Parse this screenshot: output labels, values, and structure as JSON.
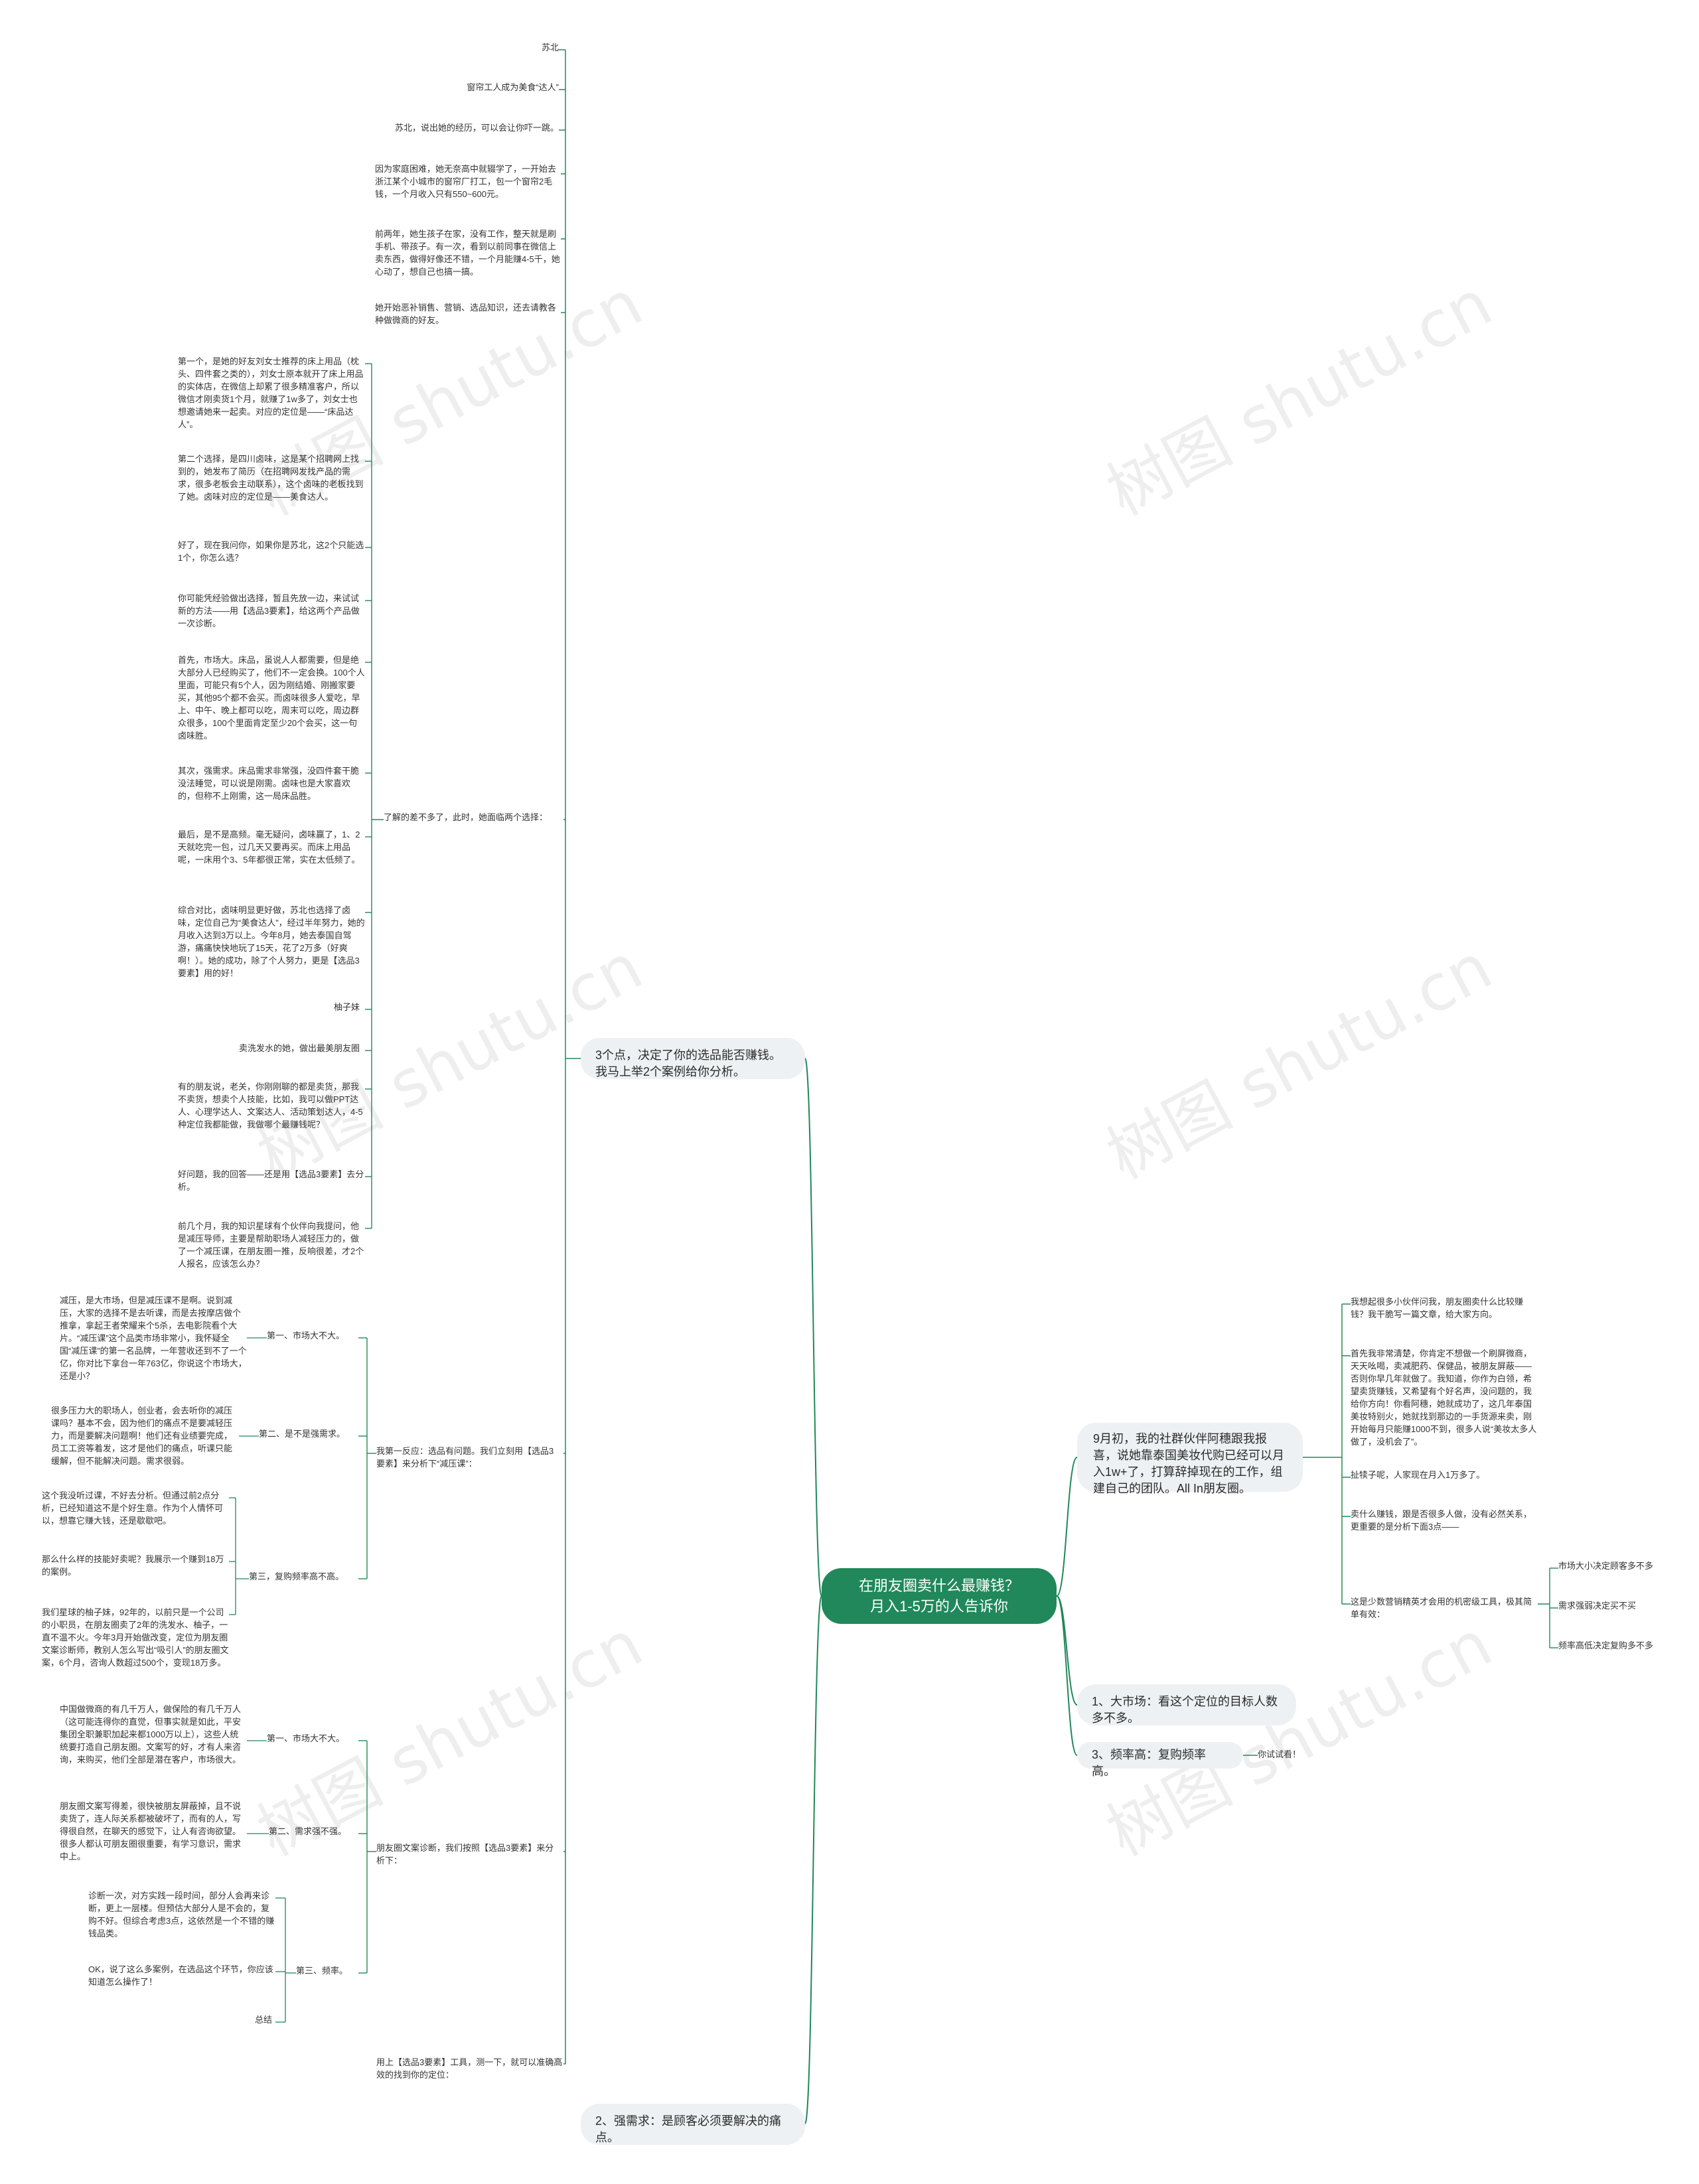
{
  "root": {
    "line1": "在朋友圈卖什么最赚钱？",
    "line2": "月入1-5万的人告诉你"
  },
  "watermark": "树图 shutu.cn",
  "left_top": {
    "n1": "苏北",
    "n2": "窗帘工人成为美食“达人”",
    "n3": "苏北，说出她的经历，可以会让你吓一跳。",
    "n4": "因为家庭困难，她无奈高中就辍学了，一开始去浙江某个小城市的窗帘厂打工，包一个窗帘2毛钱，一个月收入只有550~600元。",
    "n5": "前两年，她生孩子在家，没有工作，整天就是刷手机、带孩子。有一次，看到以前同事在微信上卖东西，做得好像还不错，一个月能赚4-5千，她心动了，想自己也搞一搞。",
    "n6": "她开始恶补销售、营销、选品知识，还去请教各种做微商的好友。"
  },
  "branch3": {
    "label": "3个点，决定了你的选品能否赚钱。我马上举2个案例给你分析。",
    "sub_label": "了解的差不多了，此时，她面临两个选择：",
    "items": [
      "第一个，是她的好友刘女士推荐的床上用品（枕头、四件套之类的），刘女士原本就开了床上用品的实体店，在微信上却累了很多精准客户，所以微信才刚卖货1个月，就赚了1w多了，刘女士也想邀请她来一起卖。对应的定位是——“床品达人”。",
      "第二个选择，是四川卤味，这是某个招聘网上找到的，她发布了简历（在招聘网发找产品的需求，很多老板会主动联系），这个卤味的老板找到了她。卤味对应的定位是——美食达人。",
      "好了，现在我问你，如果你是苏北，这2个只能选1个，你怎么选？",
      "你可能凭经验做出选择，暂且先放一边，来试试新的方法——用【选品3要素】，给这两个产品做一次诊断。",
      "首先，市场大。床品，虽说人人都需要，但是绝大部分人已经购买了，他们不一定会换。100个人里面，可能只有5个人，因为刚结婚、刚搬家要买，其他95个都不会买。而卤味很多人爱吃，早上、中午、晚上都可以吃，周末可以吃，周边群众很多，100个里面肯定至少20个会买，这一句卤味胜。",
      "其次，强需求。床品需求非常强，没四件套干脆没法睡觉，可以说是刚需。卤味也是大家喜欢的，但称不上刚需，这一局床品胜。",
      "最后，是不是高频。毫无疑问，卤味赢了，1、2天就吃完一包，过几天又要再买。而床上用品呢，一床用个3、5年都很正常，实在太低频了。",
      "综合对比，卤味明显更好做，苏北也选择了卤味，定位自己为“美食达人”，经过半年努力，她的月收入达到3万以上。今年8月，她去泰国自驾游，痛痛快快地玩了15天，花了2万多（好爽啊！）。她的成功，除了个人努力，更是【选品3要素】用的好！",
      "柚子妹",
      "卖洗发水的她，做出最美朋友圈",
      "有的朋友说，老关，你刚刚聊的都是卖货，那我不卖货，想卖个人技能，比如，我可以做PPT达人、心理学达人、文案达人、活动策划达人，4-5种定位我都能做，我做哪个最赚钱呢？",
      "好问题，我的回答——还是用【选品3要素】去分析。",
      "前几个月，我的知识星球有个伙伴向我提问，他是减压导师，主要是帮助职场人减轻压力的，做了一个减压课，在朋友圈一推，反响很差，才2个人报名，应该怎么办？"
    ]
  },
  "first_reaction": {
    "label": "我第一反应：选品有问题。我们立刻用【选品3要素】来分析下“减压课”：",
    "g1": {
      "label": "第一、市场大不大。",
      "text": "减压，是大市场，但是减压课不是啊。说到减压，大家的选择不是去听课，而是去按摩店做个推拿，拿起王者荣耀来个5杀，去电影院看个大片。“减压课”这个品类市场非常小，我怀疑全国“减压课”的第一名品牌，一年营收还到不了一个亿，你对比下拿台一年763亿，你说这个市场大，还是小？"
    },
    "g2": {
      "label": "第二、是不是强需求。",
      "text": "很多压力大的职场人，创业者，会去听你的减压课吗？基本不会，因为他们的痛点不是要减轻压力，而是要解决问题啊！他们还有业绩要完成，员工工资等着发，这才是他们的痛点，听课只能缓解，但不能解决问题。需求很弱。"
    },
    "g3": {
      "label": "第三，复购频率高不高。",
      "items": [
        "这个我没听过课，不好去分析。但通过前2点分析，已经知道这不是个好生意。作为个人情怀可以，想靠它赚大钱，还是歇歇吧。",
        "那么什么样的技能好卖呢？我展示一个赚到18万的案例。",
        "我们星球的柚子妹，92年的，以前只是一个公司的小职员，在朋友圈卖了2年的洗发水、柚子，一直不温不火。今年3月开始做改变，定位为朋友圈文案诊断师，教别人怎么写出“吸引人”的朋友圈文案，6个月，咨询人数超过500个，变现18万多。"
      ]
    }
  },
  "copy_diag": {
    "label": "朋友圈文案诊断，我们按照【选品3要素】来分析下：",
    "g1": {
      "label": "第一、市场大不大。",
      "text": "中国做微商的有几千万人，做保险的有几千万人（这可能连得你的直觉，但事实就是如此，平安集团全职兼职加起来都1000万以上），这些人统统要打造自己朋友圈。文案写的好，才有人来咨询，来购买，他们全部是潜在客户，市场很大。"
    },
    "g2": {
      "label": "第二、需求强不强。",
      "text": "朋友圈文案写得差，很快被朋友屏蔽掉，且不说卖货了，连人际关系都被破坏了，而有的人，写得很自然，在聊天的感觉下，让人有咨询欲望。很多人都认可朋友圈很重要，有学习意识，需求中上。"
    },
    "g3": {
      "label": "第三、频率。",
      "items": [
        "诊断一次，对方实践一段时间，部分人会再来诊断，更上一层楼。但预估大部分人是不会的，复购不好。但综合考虑3点，这依然是一个不错的赚钱品类。",
        "OK，说了这么多案例，在选品这个环节，你应该知道怎么操作了！",
        "总结"
      ]
    }
  },
  "tool_text": "用上【选品3要素】工具，测一下，就可以准确高效的找到你的定位：",
  "branch2": {
    "label": "2、强需求：是顾客必须要解决的痛点。"
  },
  "right_main": {
    "label": "9月初，我的社群伙伴阿穗跟我报喜，说她靠泰国美妆代购已经可以月入1w+了，打算辞掉现在的工作，组建自己的团队。All In朋友圈。",
    "items": [
      "我想起很多小伙伴问我，朋友圈卖什么比较赚钱？我干脆写一篇文章，给大家方向。",
      "首先我非常清楚，你肯定不想做一个刷屏微商，天天吆喝，卖减肥药、保健品，被朋友屏蔽——否则你早几年就做了。我知道，你作为白领，希望卖货赚钱，又希望有个好名声，没问题的，我给你方向！你看阿穗，她就成功了，这几年泰国美妆特别火，她就找到那边的一手货源来卖，刚开始每月只能赚1000不到，很多人说“美妆太多人做了，没机会了”。",
      "扯犊子呢，人家现在月入1万多了。",
      "卖什么赚钱，跟是否很多人做，没有必然关系，更重要的是分析下面3点——",
      "这是少数营销精英才会用的机密级工具，极其简单有效："
    ],
    "tool_items": [
      "市场大小决定顾客多不多",
      "需求强弱决定买不买",
      "频率高低决定复购多不多"
    ]
  },
  "branch1": {
    "label": "1、大市场：看这个定位的目标人数多不多。"
  },
  "branch_freq": {
    "label": "3、频率高：复购频率高。",
    "note": "你试试看！"
  },
  "colors": {
    "accent": "#20885a",
    "pill": "#edf1f3",
    "text": "#333333"
  }
}
